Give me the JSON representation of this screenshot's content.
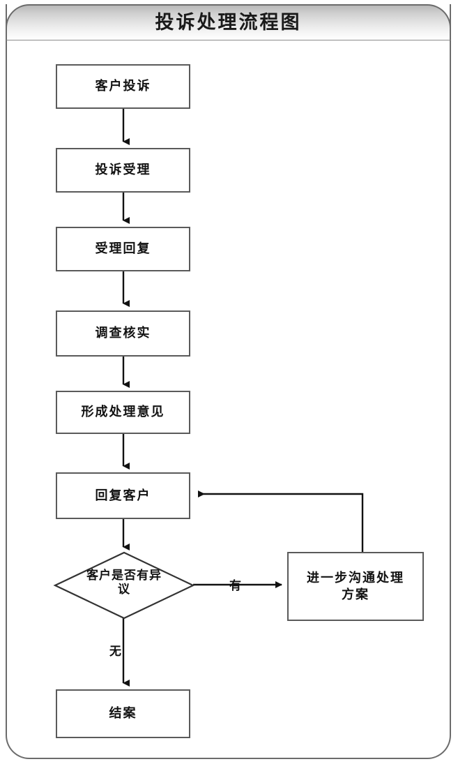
{
  "panel": {
    "title": "投诉处理流程图",
    "border_color": "#6b6b6b",
    "header_gradient_top": "#b9b9b9",
    "header_gradient_bottom": "#ffffff",
    "background": "#ffffff"
  },
  "diagram": {
    "type": "flowchart",
    "orientation": "top-to-bottom",
    "node_stroke": "#5a5a5a",
    "node_fill": "#ffffff",
    "connector_color": "#1a1a1a",
    "nodes": [
      {
        "id": "n1",
        "shape": "rect",
        "label": "客户投诉"
      },
      {
        "id": "n2",
        "shape": "rect",
        "label": "投诉受理"
      },
      {
        "id": "n3",
        "shape": "rect",
        "label": "受理回复"
      },
      {
        "id": "n4",
        "shape": "rect",
        "label": "调查核实"
      },
      {
        "id": "n5",
        "shape": "rect",
        "label": "形成处理意见"
      },
      {
        "id": "n6",
        "shape": "rect",
        "label": "回复客户"
      },
      {
        "id": "n7",
        "shape": "diamond",
        "label": "客户是否有异\n议"
      },
      {
        "id": "n8",
        "shape": "rect",
        "label": "进一步沟通处理\n方案"
      },
      {
        "id": "n9",
        "shape": "rect",
        "label": "结案"
      }
    ],
    "edges": [
      {
        "from": "n1",
        "to": "n2",
        "label": ""
      },
      {
        "from": "n2",
        "to": "n3",
        "label": ""
      },
      {
        "from": "n3",
        "to": "n4",
        "label": ""
      },
      {
        "from": "n4",
        "to": "n5",
        "label": ""
      },
      {
        "from": "n5",
        "to": "n6",
        "label": ""
      },
      {
        "from": "n6",
        "to": "n7",
        "label": ""
      },
      {
        "from": "n7",
        "to": "n8",
        "label": "有"
      },
      {
        "from": "n7",
        "to": "n9",
        "label": "无"
      },
      {
        "from": "n8",
        "to": "n6",
        "label": ""
      }
    ],
    "edge_labels": {
      "yes": "有",
      "no": "无"
    }
  }
}
